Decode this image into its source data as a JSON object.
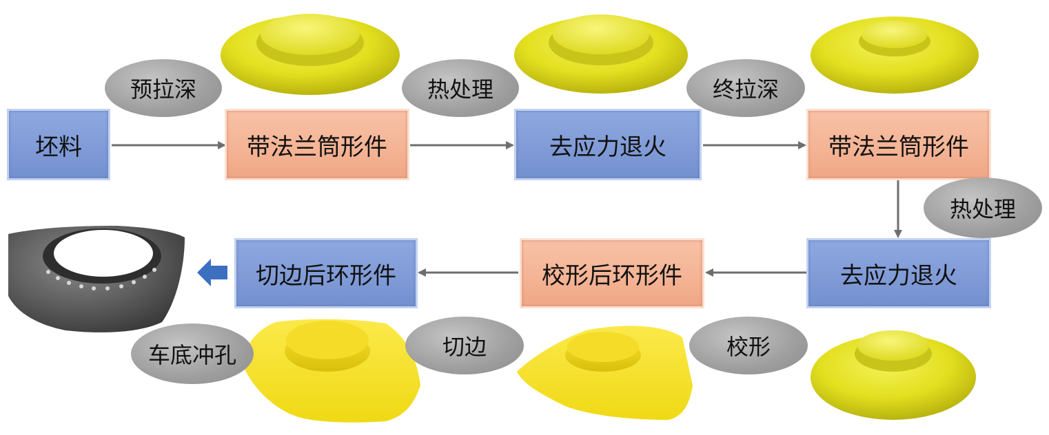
{
  "boxes": {
    "blank": "坯料",
    "flanged_cup_1": "带法兰筒形件",
    "anneal_1": "去应力退火",
    "flanged_cup_2": "带法兰筒形件",
    "anneal_2": "去应力退火",
    "sized_ring": "校形后环形件",
    "trimmed_ring": "切边后环形件"
  },
  "steps": {
    "pre_draw": "预拉深",
    "heat_treat_1": "热处理",
    "final_draw": "终拉深",
    "heat_treat_2": "热处理",
    "sizing": "校形",
    "trimming": "切边",
    "pierce_bottom": "车底冲孔"
  },
  "colors": {
    "blue_box": "#7f9ad6",
    "orange_box": "#f4b394",
    "step_oval": "#a3a3a3",
    "arrow": "#6e6e6e",
    "final_arrow": "#3d6fc0",
    "part_yellow": "#e6e21e",
    "part_yellow_bright": "#f5e323",
    "finished_part": "#4a4a4a"
  }
}
